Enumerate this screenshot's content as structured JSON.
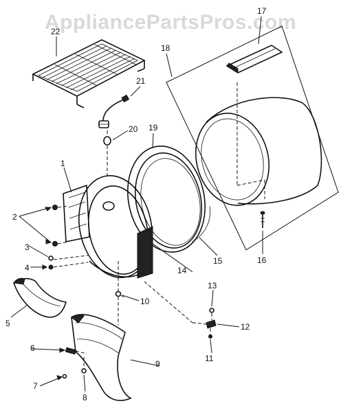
{
  "watermark": "AppliancePartsPros.com",
  "callouts": {
    "c1": "1",
    "c2": "2",
    "c3": "3",
    "c4": "4",
    "c5": "5",
    "c6": "6",
    "c7": "7",
    "c8": "8",
    "c9": "9",
    "c10": "10",
    "c11": "11",
    "c12": "12",
    "c13": "13",
    "c14": "14",
    "c15": "15",
    "c16": "16",
    "c17": "17",
    "c18": "18",
    "c19": "19",
    "c20": "20",
    "c21": "21",
    "c22": "22"
  }
}
